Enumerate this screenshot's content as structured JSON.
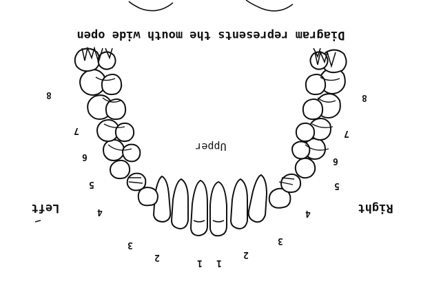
{
  "caption": "Diagram represents the mouth wide open",
  "arch_label": "Upper",
  "side_left": "Left",
  "side_right": "Right",
  "right_numbers": [
    "1",
    "2",
    "3",
    "4",
    "5",
    "6",
    "7",
    "8"
  ],
  "left_numbers": [
    "1",
    "2",
    "3",
    "4",
    "5",
    "6",
    "7",
    "8"
  ]
}
